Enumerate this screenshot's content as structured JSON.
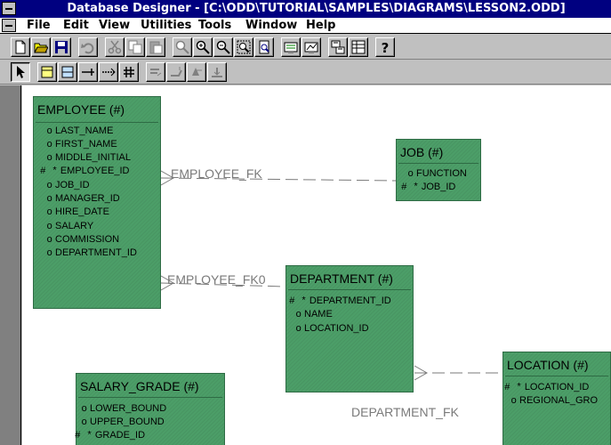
{
  "window": {
    "title": "Database Designer - [C:\\ODD\\TUTORIAL\\SAMPLES\\DIAGRAMS\\LESSON2.ODD]"
  },
  "menu": [
    "File",
    "Edit",
    "View",
    "Utilities",
    "Tools",
    "Window",
    "Help"
  ],
  "toolbar1": [
    "new-icon",
    "open-icon",
    "save-icon",
    "undo-icon",
    "cut-icon",
    "copy-icon",
    "paste-icon",
    "zoom-fit-icon",
    "zoom-in-icon",
    "zoom-out-icon",
    "zoom-select-icon",
    "print-preview-icon",
    "generate-ddl-icon",
    "reverse-engineer-icon",
    "diagram-view-icon",
    "table-view-icon",
    "help-icon"
  ],
  "toolbar2": [
    "select-arrow-icon",
    "table-tool-icon",
    "view-tool-icon",
    "relationship-tool-icon",
    "optional-relationship-tool-icon",
    "index-tool-icon",
    "align-left-icon",
    "align-top-icon",
    "align-center-icon",
    "align-size-icon"
  ],
  "entities": {
    "employee": {
      "title": "EMPLOYEE (#)",
      "attributes": [
        {
          "flag": "o",
          "name": "LAST_NAME"
        },
        {
          "flag": "o",
          "name": "FIRST_NAME"
        },
        {
          "flag": "o",
          "name": "MIDDLE_INITIAL"
        },
        {
          "flag": "# *",
          "name": "EMPLOYEE_ID"
        },
        {
          "flag": "o",
          "name": "JOB_ID"
        },
        {
          "flag": "o",
          "name": "MANAGER_ID"
        },
        {
          "flag": "o",
          "name": "HIRE_DATE"
        },
        {
          "flag": "o",
          "name": "SALARY"
        },
        {
          "flag": "o",
          "name": "COMMISSION"
        },
        {
          "flag": "o",
          "name": "DEPARTMENT_ID"
        }
      ]
    },
    "job": {
      "title": "JOB (#)",
      "attributes": [
        {
          "flag": "o",
          "name": "FUNCTION"
        },
        {
          "flag": "# *",
          "name": "JOB_ID"
        }
      ]
    },
    "department": {
      "title": "DEPARTMENT (#)",
      "attributes": [
        {
          "flag": "# *",
          "name": "DEPARTMENT_ID"
        },
        {
          "flag": "o",
          "name": "NAME"
        },
        {
          "flag": "o",
          "name": "LOCATION_ID"
        }
      ]
    },
    "salary_grade": {
      "title": "SALARY_GRADE (#)",
      "attributes": [
        {
          "flag": "o",
          "name": "LOWER_BOUND"
        },
        {
          "flag": "o",
          "name": "UPPER_BOUND"
        },
        {
          "flag": "# *",
          "name": "GRADE_ID"
        }
      ]
    },
    "location": {
      "title": "LOCATION (#)",
      "attributes": [
        {
          "flag": "# *",
          "name": "LOCATION_ID"
        },
        {
          "flag": "o",
          "name": "REGIONAL_GRO"
        }
      ]
    }
  },
  "relationships": {
    "employee_fk": "EMPLOYEE_FK",
    "employee_fk0": "EMPLOYEE_FK0",
    "department_fk": "DEPARTMENT_FK"
  },
  "colors": {
    "entity_fill": "#4c9e68",
    "title_bar": "#000080",
    "line_color": "#7a7a7a"
  }
}
